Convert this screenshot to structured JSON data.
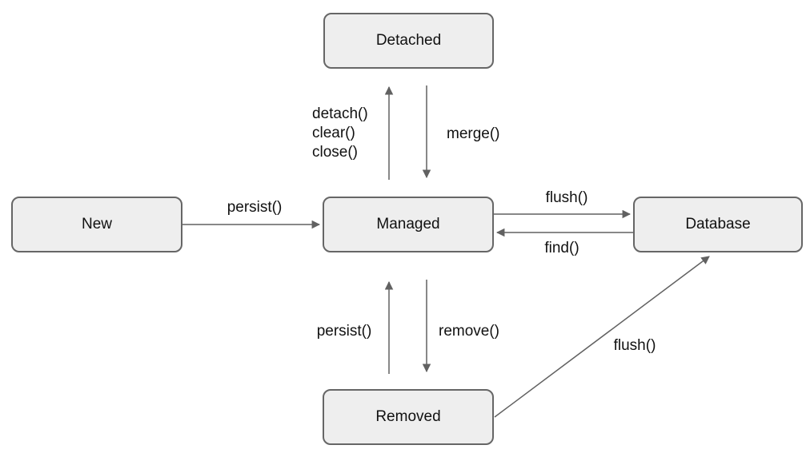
{
  "diagram": {
    "type": "state-diagram",
    "subject": "entity-lifecycle",
    "nodes": [
      {
        "id": "detached",
        "label": "Detached"
      },
      {
        "id": "new",
        "label": "New"
      },
      {
        "id": "managed",
        "label": "Managed"
      },
      {
        "id": "database",
        "label": "Database"
      },
      {
        "id": "removed",
        "label": "Removed"
      }
    ],
    "edges": [
      {
        "from": "new",
        "to": "managed",
        "label": "persist()"
      },
      {
        "from": "managed",
        "to": "detached",
        "label": "detach()\nclear()\nclose()"
      },
      {
        "from": "detached",
        "to": "managed",
        "label": "merge()"
      },
      {
        "from": "managed",
        "to": "database",
        "label": "flush()"
      },
      {
        "from": "database",
        "to": "managed",
        "label": "find()"
      },
      {
        "from": "removed",
        "to": "managed",
        "label": "persist()"
      },
      {
        "from": "managed",
        "to": "removed",
        "label": "remove()"
      },
      {
        "from": "removed",
        "to": "database",
        "label": "flush()"
      }
    ],
    "colors": {
      "background": "#ffffff",
      "node_fill": "#eeeeee",
      "node_border": "#666666",
      "arrow": "#616161",
      "text": "#111111"
    }
  }
}
